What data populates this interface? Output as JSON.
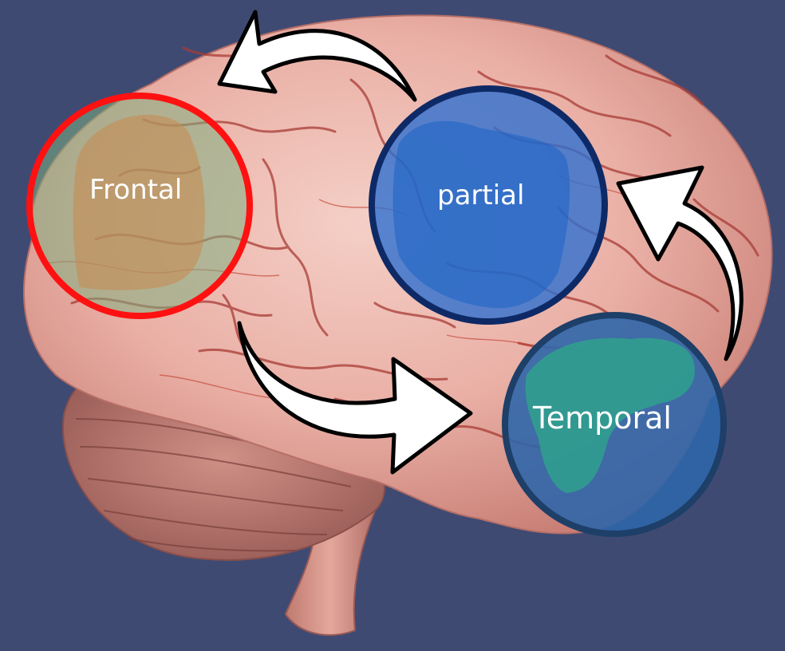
{
  "background_color": "#3f4a73",
  "lobes": {
    "frontal": {
      "label": "Frontal",
      "ring_color": "#ff1111",
      "fill_color": "#7fae7f"
    },
    "partial": {
      "label": "partial",
      "ring_color": "#0e2a66",
      "fill_color": "#2f6fcf"
    },
    "temporal": {
      "label": "Temporal",
      "ring_color": "#1d3f68",
      "fill_color": "#2f66aa"
    }
  },
  "arrow_color": "#ffffff"
}
